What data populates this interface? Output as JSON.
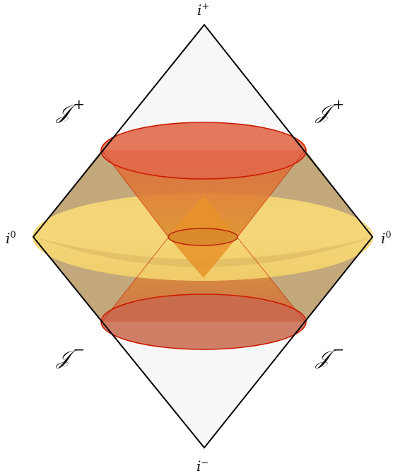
{
  "labels": {
    "top": {
      "base": "i",
      "sup": "+"
    },
    "bottom": {
      "base": "i",
      "sup": "−"
    },
    "left": {
      "base": "i",
      "sup": "0"
    },
    "right": {
      "base": "i",
      "sup": "0"
    },
    "scri_upper_left": {
      "base": "𝒥",
      "sup": "+"
    },
    "scri_upper_right": {
      "base": "𝒥",
      "sup": "+"
    },
    "scri_lower_left": {
      "base": "𝒥",
      "sup": "−"
    },
    "scri_lower_right": {
      "base": "𝒥",
      "sup": "−"
    }
  },
  "colors": {
    "diamond_fill": "#f7f7f7",
    "diamond_stroke": "#000000",
    "slice_fill": "#f6d26c",
    "slice_shadow": "#b79b66",
    "cone_fill": "#e87a3a",
    "cone_stroke": "#cc1a00",
    "cone_mid": "#e69a2a"
  }
}
